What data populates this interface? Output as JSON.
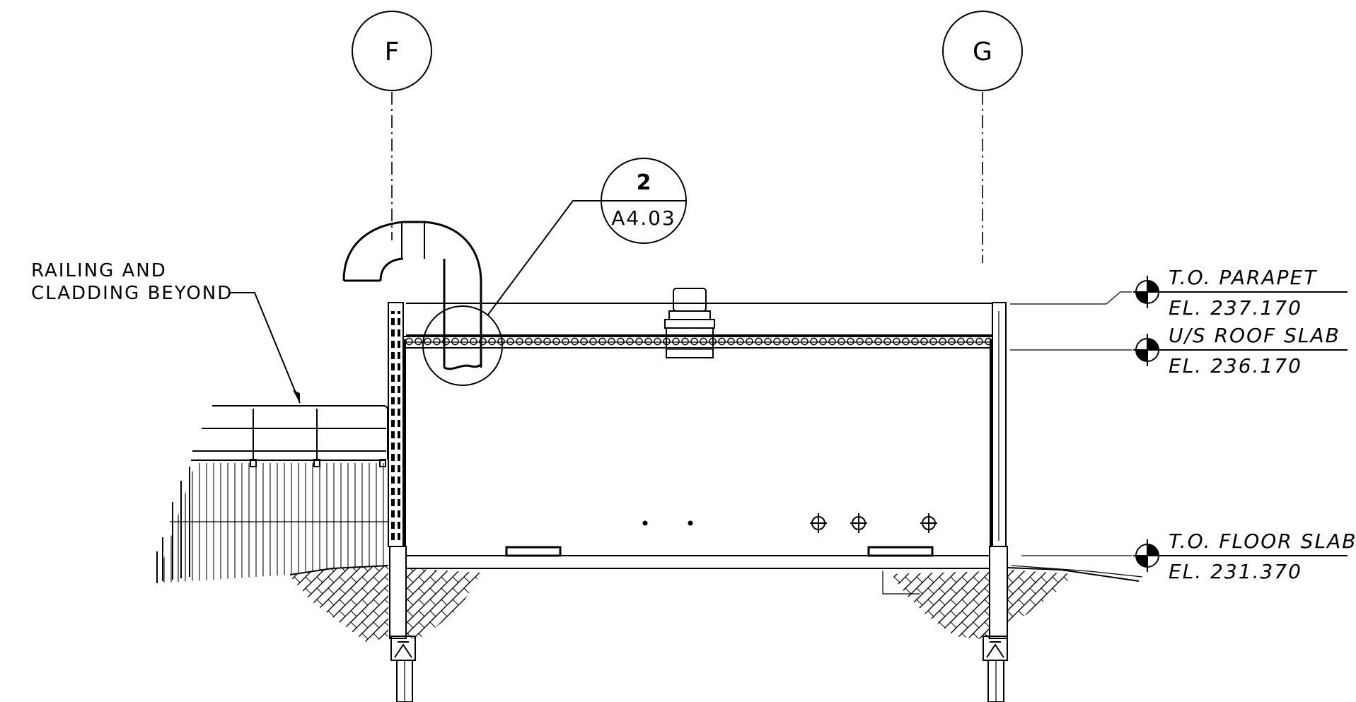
{
  "grid_lines": [
    {
      "id": "F"
    },
    {
      "id": "G"
    }
  ],
  "callout": {
    "detail_number": "2",
    "sheet": "A4.03"
  },
  "note": {
    "line1": "RAILING AND",
    "line2": "CLADDING BEYOND"
  },
  "elevations": [
    {
      "name": "T.O. PARAPET",
      "value": "EL. 237.170"
    },
    {
      "name": "U/S ROOF SLAB",
      "value": "EL. 236.170"
    },
    {
      "name": "T.O. FLOOR SLAB",
      "value": "EL. 231.370"
    }
  ]
}
